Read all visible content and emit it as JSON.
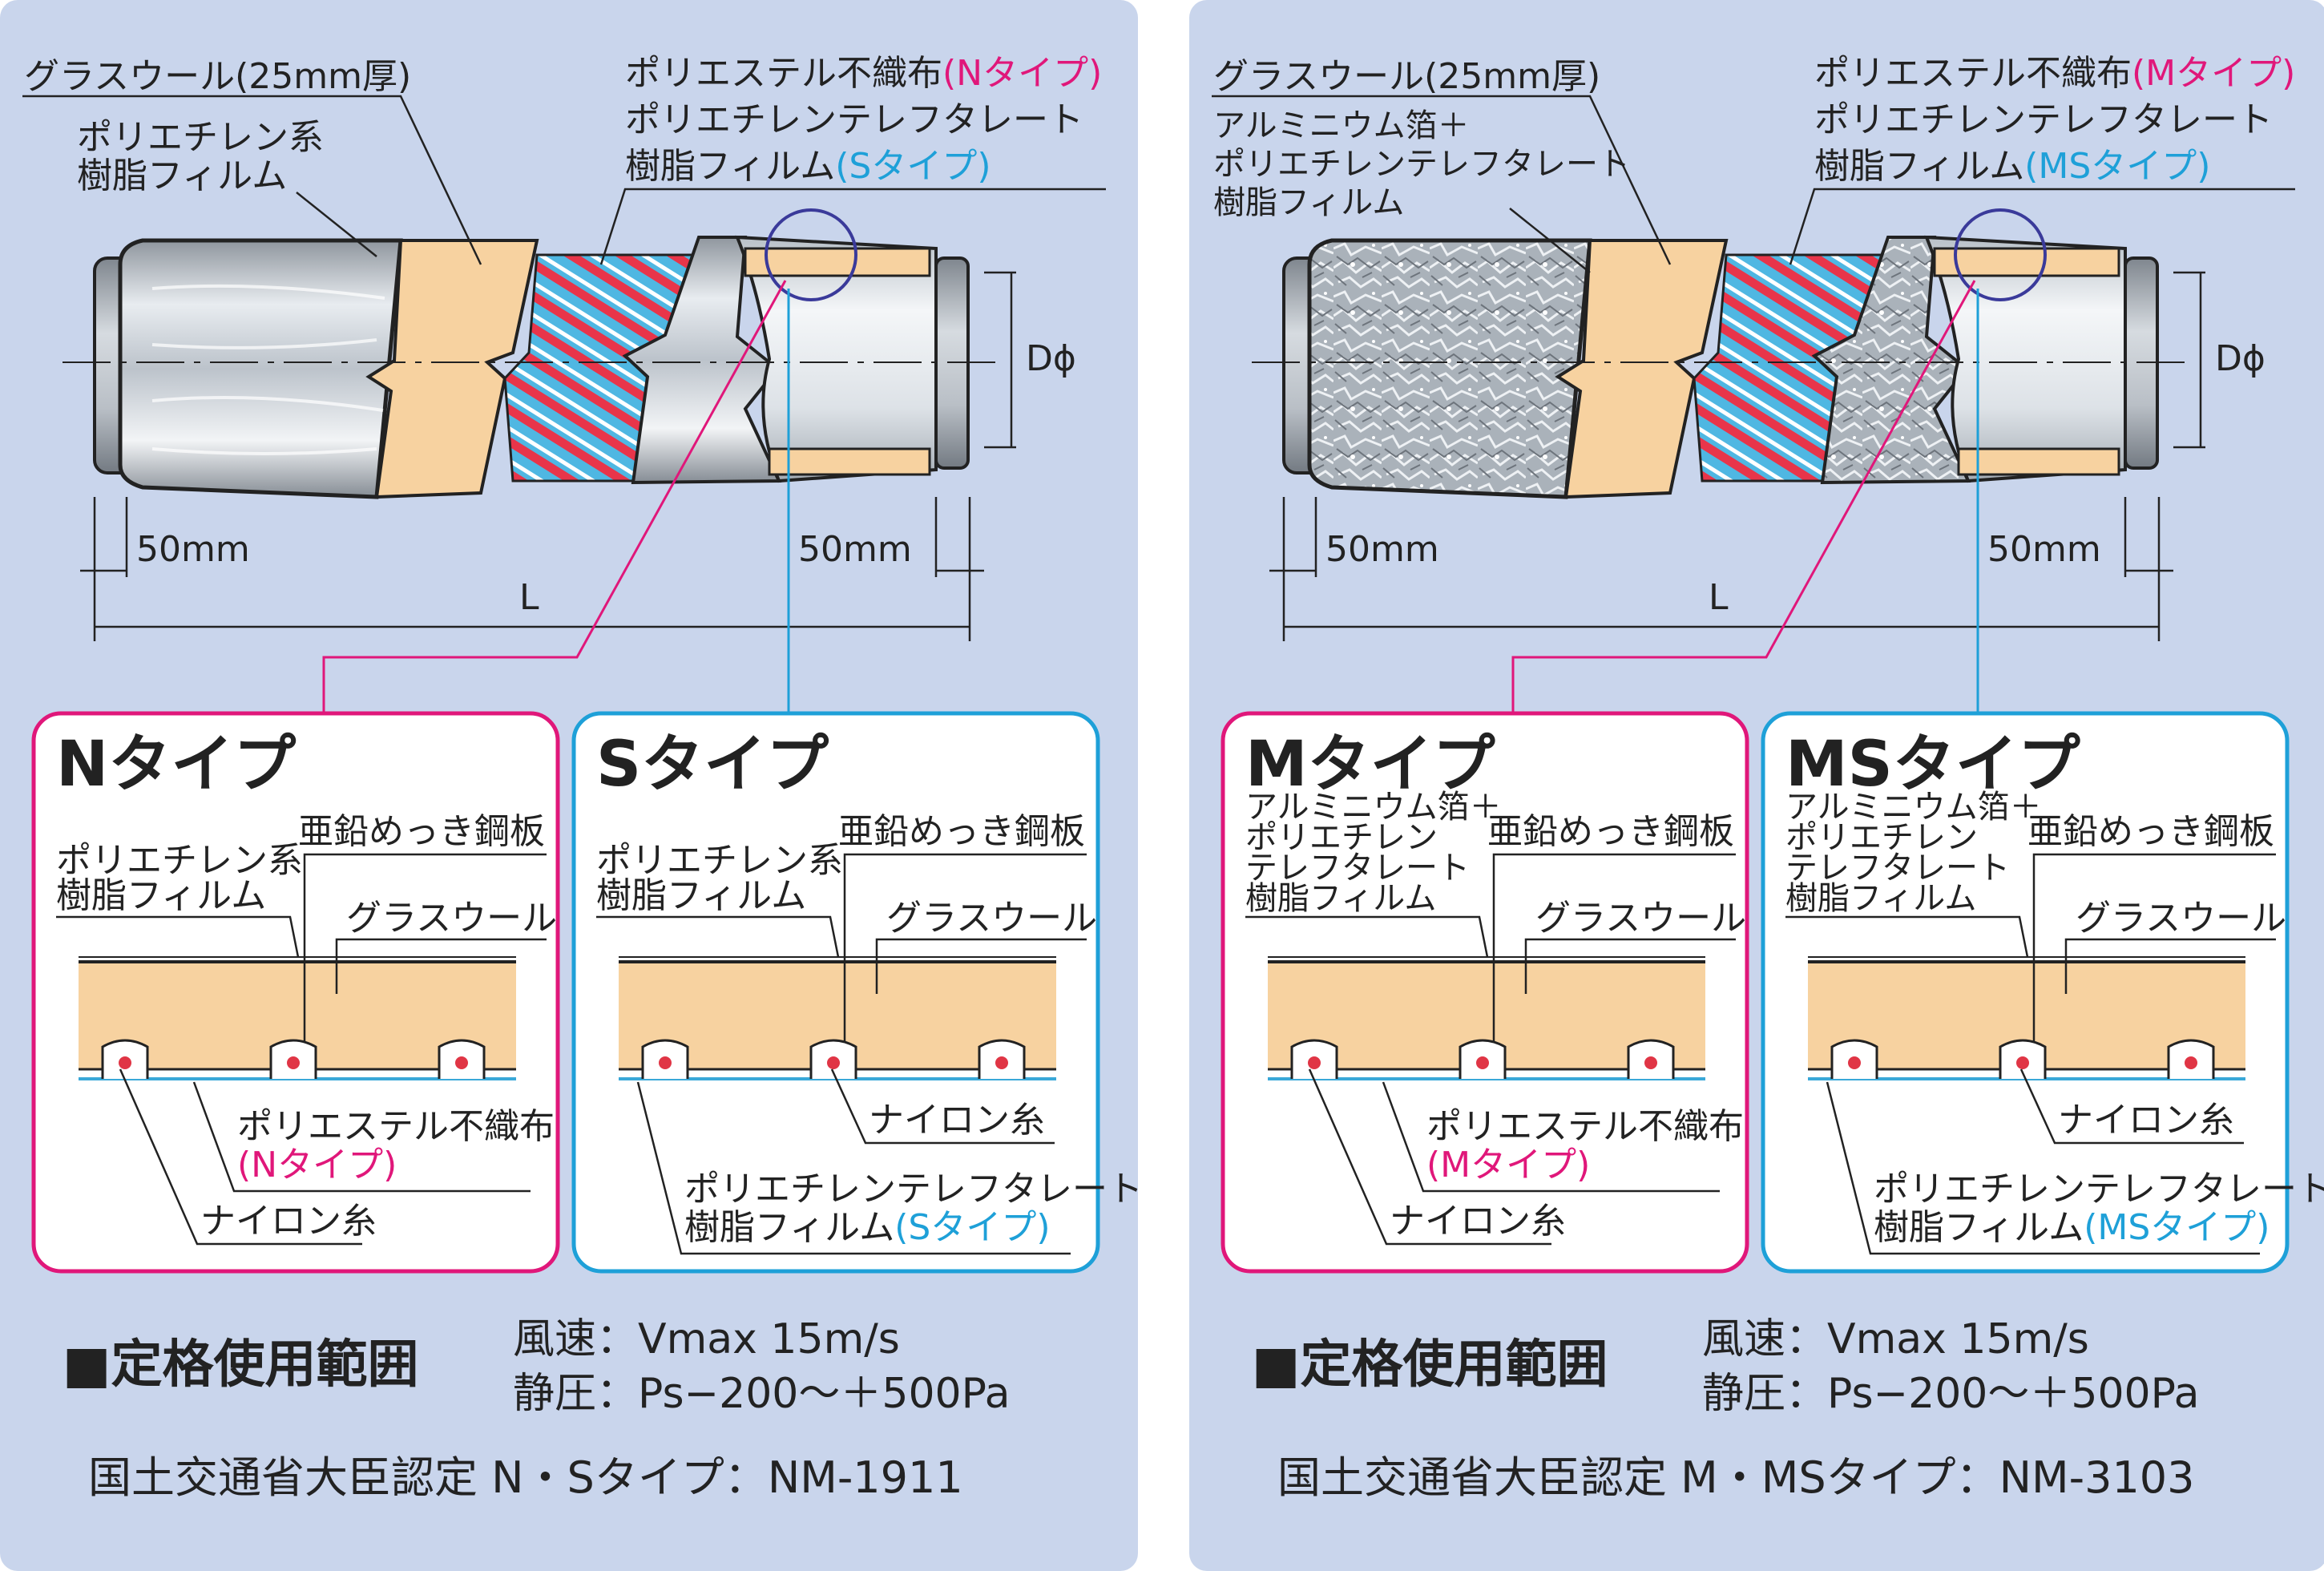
{
  "colors": {
    "panel_bg": "#c9d5ec",
    "type_n": "#e0177a",
    "type_s": "#1ea0d8",
    "glass_wool": "#f7d2a0",
    "steel_wire": "#e03545",
    "film_blue": "#3aa8d8"
  },
  "panels": [
    {
      "id": "n-s",
      "pipe": {
        "skin": "silver-film",
        "label_glass_wool": "グラスウール(25mm厚)",
        "label_outer_film": [
          "ポリエチレン系",
          "樹脂フィルム"
        ],
        "label_inner": [
          {
            "text": "ポリエステル不織布",
            "tag": "(Nタイプ)"
          },
          {
            "text": "ポリエチレンテレフタレート",
            "tag": ""
          },
          {
            "text": "樹脂フィルム",
            "tag": "(Sタイプ)"
          }
        ],
        "dim_diameter": "Dϕ",
        "dim_left": "50mm",
        "dim_right": "50mm",
        "dim_length": "L"
      },
      "sections": [
        {
          "title": "Nタイプ",
          "color_key": "type_n",
          "film": [
            "ポリエチレン系",
            "樹脂フィルム"
          ],
          "steel": "亜鉛めっき鋼板",
          "wool": "グラスウール",
          "inner": [
            {
              "text": "ポリエステル不織布",
              "tag": ""
            },
            {
              "text": "",
              "tag": "(Nタイプ)"
            }
          ],
          "nylon": "ナイロン糸"
        },
        {
          "title": "Sタイプ",
          "color_key": "type_s",
          "film": [
            "ポリエチレン系",
            "樹脂フィルム"
          ],
          "steel": "亜鉛めっき鋼板",
          "wool": "グラスウール",
          "inner": [
            {
              "text": "ポリエチレンテレフタレート",
              "tag": ""
            },
            {
              "text": "樹脂フィルム",
              "tag": "(Sタイプ)"
            }
          ],
          "nylon": "ナイロン糸"
        }
      ],
      "range_title": "■定格使用範囲",
      "spec_velocity": "風速：Vmax 15m/s",
      "spec_pressure": "静圧：Ps−200〜＋500Pa",
      "certification": "国土交通省大臣認定 N・Sタイプ：NM-1911"
    },
    {
      "id": "m-ms",
      "pipe": {
        "skin": "aluminium-foil",
        "label_glass_wool": "グラスウール(25mm厚)",
        "label_outer_film": [
          "アルミニウム箔＋",
          "ポリエチレンテレフタレート",
          "樹脂フィルム"
        ],
        "label_inner": [
          {
            "text": "ポリエステル不織布",
            "tag": "(Mタイプ)"
          },
          {
            "text": "ポリエチレンテレフタレート",
            "tag": ""
          },
          {
            "text": "樹脂フィルム",
            "tag": "(MSタイプ)"
          }
        ],
        "dim_diameter": "Dϕ",
        "dim_left": "50mm",
        "dim_right": "50mm",
        "dim_length": "L"
      },
      "sections": [
        {
          "title": "Mタイプ",
          "color_key": "type_n",
          "film": [
            "アルミニウム箔＋",
            "ポリエチレン",
            "テレフタレート",
            "樹脂フィルム"
          ],
          "steel": "亜鉛めっき鋼板",
          "wool": "グラスウール",
          "inner": [
            {
              "text": "ポリエステル不織布",
              "tag": ""
            },
            {
              "text": "",
              "tag": "(Mタイプ)"
            }
          ],
          "nylon": "ナイロン糸"
        },
        {
          "title": "MSタイプ",
          "color_key": "type_s",
          "film": [
            "アルミニウム箔＋",
            "ポリエチレン",
            "テレフタレート",
            "樹脂フィルム"
          ],
          "steel": "亜鉛めっき鋼板",
          "wool": "グラスウール",
          "inner": [
            {
              "text": "ポリエチレンテレフタレート",
              "tag": ""
            },
            {
              "text": "樹脂フィルム",
              "tag": "(MSタイプ)"
            }
          ],
          "nylon": "ナイロン糸"
        }
      ],
      "range_title": "■定格使用範囲",
      "spec_velocity": "風速：Vmax 15m/s",
      "spec_pressure": "静圧：Ps−200〜＋500Pa",
      "certification": "国土交通省大臣認定 M・MSタイプ：NM-3103"
    }
  ]
}
